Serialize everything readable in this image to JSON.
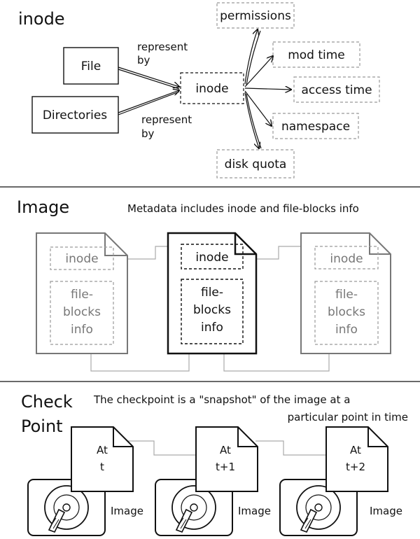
{
  "sections": {
    "inode": {
      "title": "inode",
      "file_label": "File",
      "dirs_label": "Directories",
      "inode_label": "inode",
      "rep_top_1": "represent",
      "rep_top_2": "by",
      "rep_bot_1": "represent",
      "rep_bot_2": "by",
      "attributes": [
        "permissions",
        "mod time",
        "access time",
        "namespace",
        "disk quota"
      ]
    },
    "image": {
      "title": "Image",
      "caption": "Metadata includes inode and file-blocks info",
      "docs": [
        {
          "inode": "inode",
          "blocks_1": "file-",
          "blocks_2": "blocks",
          "blocks_3": "info"
        },
        {
          "inode": "inode",
          "blocks_1": "file-",
          "blocks_2": "blocks",
          "blocks_3": "info"
        },
        {
          "inode": "inode",
          "blocks_1": "file-",
          "blocks_2": "blocks",
          "blocks_3": "info"
        }
      ]
    },
    "checkpoint": {
      "title_1": "Check",
      "title_2": "Point",
      "caption_1": "The checkpoint is a \"snapshot\" of the image at a",
      "caption_2": "particular point in time",
      "items": [
        {
          "line1": "At",
          "line2": "t",
          "disk_label": "Image"
        },
        {
          "line1": "At",
          "line2": "t+1",
          "disk_label": "Image"
        },
        {
          "line1": "At",
          "line2": "t+2",
          "disk_label": "Image"
        }
      ]
    }
  },
  "colors": {
    "ink": "#111111",
    "faded": "#777777",
    "dashed": "#999999"
  }
}
